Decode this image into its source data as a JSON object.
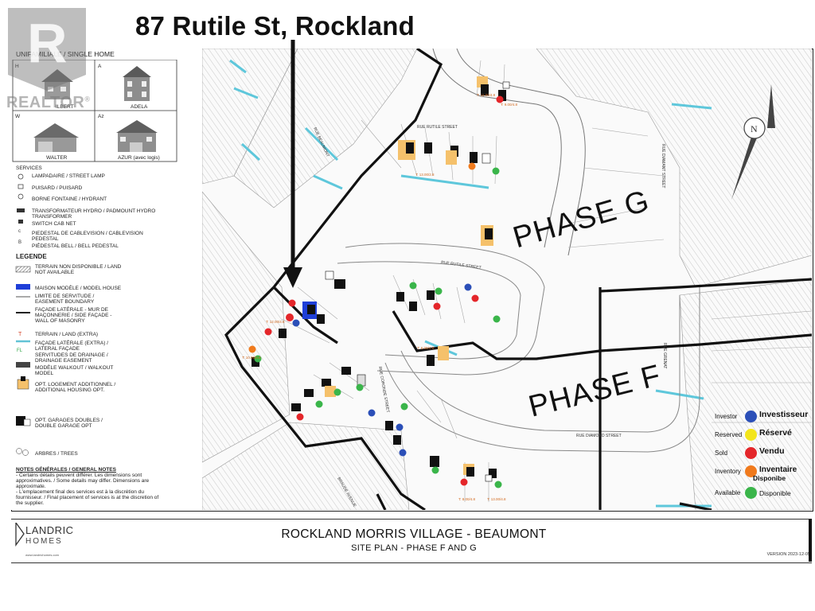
{
  "headline": "87 Rutile St, Rockland",
  "watermark": {
    "brand": "REALTOR",
    "registered": "®"
  },
  "house_types": {
    "heading": "UNIFAMILIALE / SINGLE HOME",
    "models": [
      {
        "code": "H",
        "name": "ILBERT"
      },
      {
        "code": "A",
        "name": "ADELA"
      },
      {
        "code": "W",
        "name": "WALTER"
      },
      {
        "code": "Az",
        "name": "AZUR (avec logis)"
      }
    ]
  },
  "services": {
    "heading": "SERVICES",
    "items": [
      "LAMPADAIRE / STREET LAMP",
      "PUISARD / PUISARD",
      "BORNE FONTAINE / HYDRANT",
      "TRANSFORMATEUR HYDRO / PADMOUNT HYDRO",
      "TRANSFORMER",
      "SWITCH CAB NET",
      "PIEDESTAL DE CABLEVISION / CABLEVISION",
      "PEDESTAL",
      "PIÉDESTAL BELL / BELL PEDESTAL"
    ]
  },
  "legend": {
    "heading": "LEGENDE",
    "items": [
      "TERRAIN NON DISPONIBLE / LAND",
      "NOT AVAILABLE",
      "MAISON MODÈLE / MODEL HOUSE",
      "LIMITE DE SERVITUDE /",
      "EASEMENT BOUNDARY",
      "FAÇADE LATÉRALE - MUR DE",
      "MAÇONNERIE / SIDE FAÇADE -",
      "WALL OF MASONRY",
      "TERRAIN / LAND (EXTRA)",
      "FAÇADE LATÉRALE (EXTRA) /",
      "LATERAL FAÇADE",
      "SERVITUDES DE DRAINAGE /",
      "DRAINAGE EASEMENT",
      "MODÈLE WALKOUT / WALKOUT",
      "MODEL",
      "OPT. LOGEMENT ADDITIONNEL /",
      "ADDITIONAL HOUSING OPT.",
      "OPT. GARAGES DOUBLES /",
      "DOUBLE GARAGE OPT",
      "ARBRES / TREES"
    ],
    "marker_t": "T",
    "marker_fl": "FL",
    "notes_heading": "NOTES GÉNÉRALES / GENERAL NOTES",
    "notes": [
      "- Certains détails peuvent différer. Les dimensions sont",
      "approximatives. / Some details may differ. Dimensions are",
      "approximate.",
      "- L'emplacement final des services est à la discrétion du",
      "fournisseur. / Final placement of services is at the discretion of",
      "the supplier."
    ]
  },
  "map": {
    "phase_g": "PHASE G",
    "phase_f": "PHASE F",
    "streets": [
      "RUE RUTILE STREET",
      "RUE DIAMOND STREET",
      "RUE CORONDE STREET",
      "RUE DIAMANT STREET",
      "RUE BEAUMONT",
      "BRAUDE AVENUE",
      "RUE GRENAT"
    ],
    "north": "N",
    "lot_areas": [
      "T: 11.00/4.8",
      "T: 9.00/4.8",
      "T: 13.00/2.8",
      "T: 12.00/4.8",
      "T: 10.00/4.8",
      "T: 6.00/4.8",
      "T: 8.00/4.8",
      "T: 13.00/4.8"
    ]
  },
  "status_key": {
    "rows": [
      {
        "small": "Investor",
        "big": "Investisseur",
        "color": "#2b4fb8"
      },
      {
        "small": "Reserved",
        "big": "Réservé",
        "color": "#f3e51b"
      },
      {
        "small": "Sold",
        "big": "Vendu",
        "color": "#e4262a"
      },
      {
        "small": "Inventory",
        "big": "Inventaire",
        "big2": "Disponibe",
        "color": "#f07a1c"
      },
      {
        "small": "Available",
        "big": "Disponible",
        "color": "#3ab54a"
      }
    ]
  },
  "title_block": {
    "brand_line1": "LANDRIC",
    "brand_line2": "HOMES",
    "brand_url": "www.landrichomes.com",
    "project": "ROCKLAND MORRIS VILLAGE - BEAUMONT",
    "sheet": "SITE PLAN - PHASE F AND G",
    "version": "VERSION 2023-12-05"
  }
}
